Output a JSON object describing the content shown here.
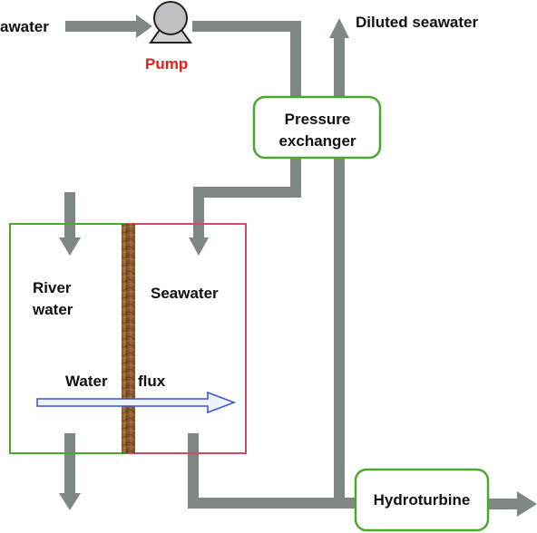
{
  "labels": {
    "seawater_in": "awater",
    "pump": "Pump",
    "diluted_seawater": "Diluted seawater",
    "pressure_exchanger_line1": "Pressure",
    "pressure_exchanger_line2": "exchanger",
    "river_water_line1": "River",
    "river_water_line2": "water",
    "seawater": "Seawater",
    "water_flux_word1": "Water",
    "water_flux_word2": "flux",
    "hydroturbine": "Hydroturbine"
  },
  "colors": {
    "pipe": "#7f8785",
    "river_compartment_border": "#4aa82e",
    "seawater_compartment_border": "#c8505e",
    "device_border": "#4aa82e",
    "pump_label": "#e0211a",
    "flux_arrow": "#3355cc",
    "membrane": "#8b5a2b"
  }
}
